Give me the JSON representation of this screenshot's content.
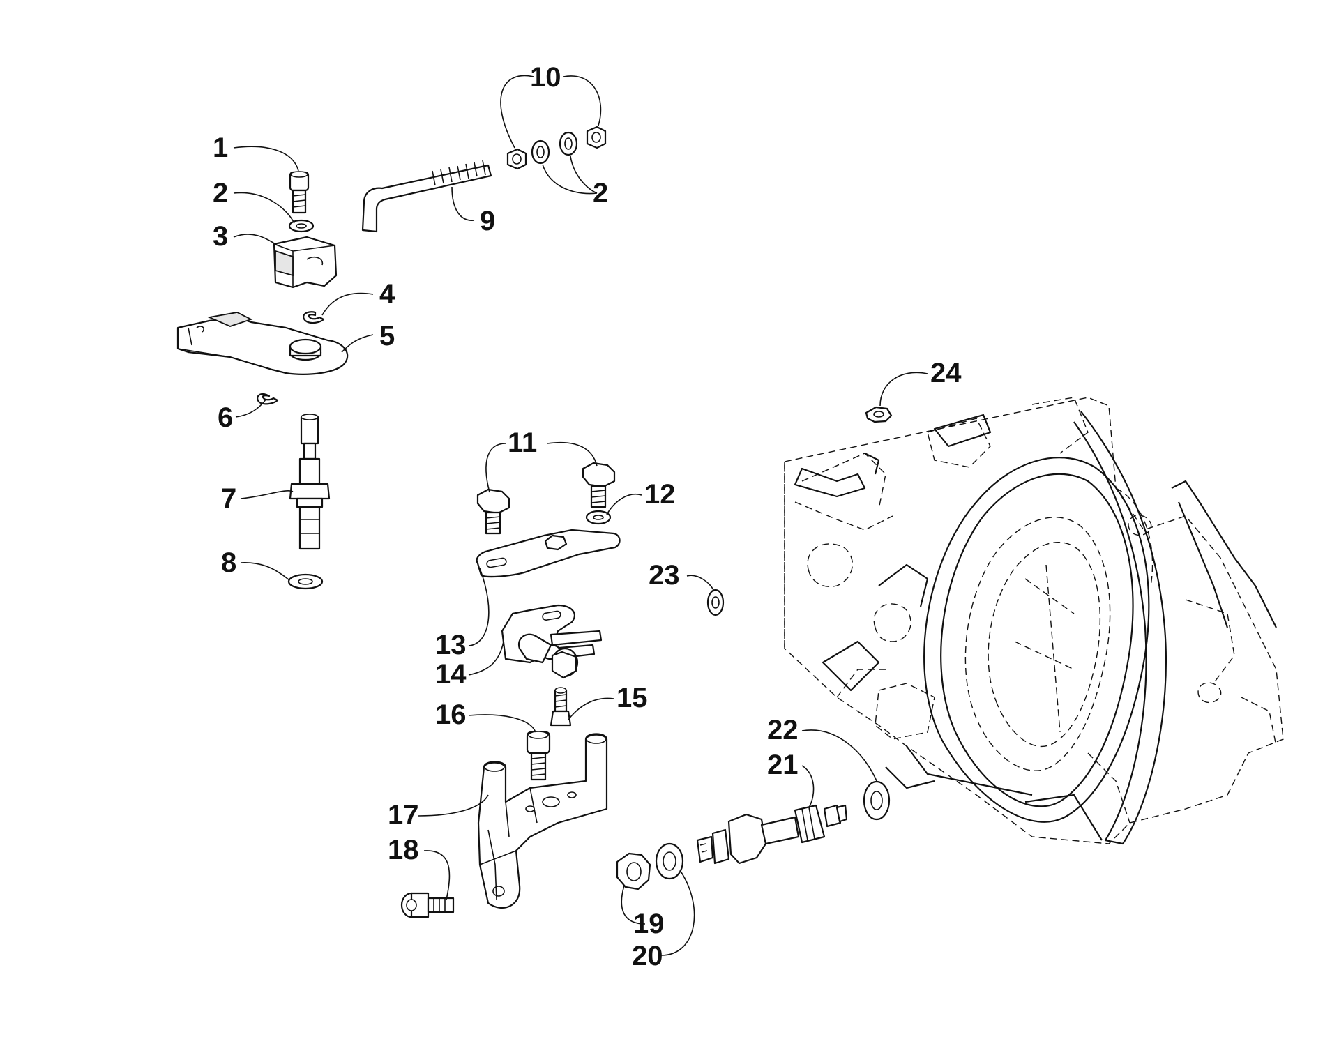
{
  "diagram": {
    "callouts": [
      "1",
      "2",
      "3",
      "4",
      "5",
      "6",
      "7",
      "8",
      "9",
      "10",
      "2",
      "11",
      "12",
      "23",
      "13",
      "14",
      "15",
      "16",
      "17",
      "18",
      "19",
      "20",
      "21",
      "22",
      "24"
    ]
  }
}
